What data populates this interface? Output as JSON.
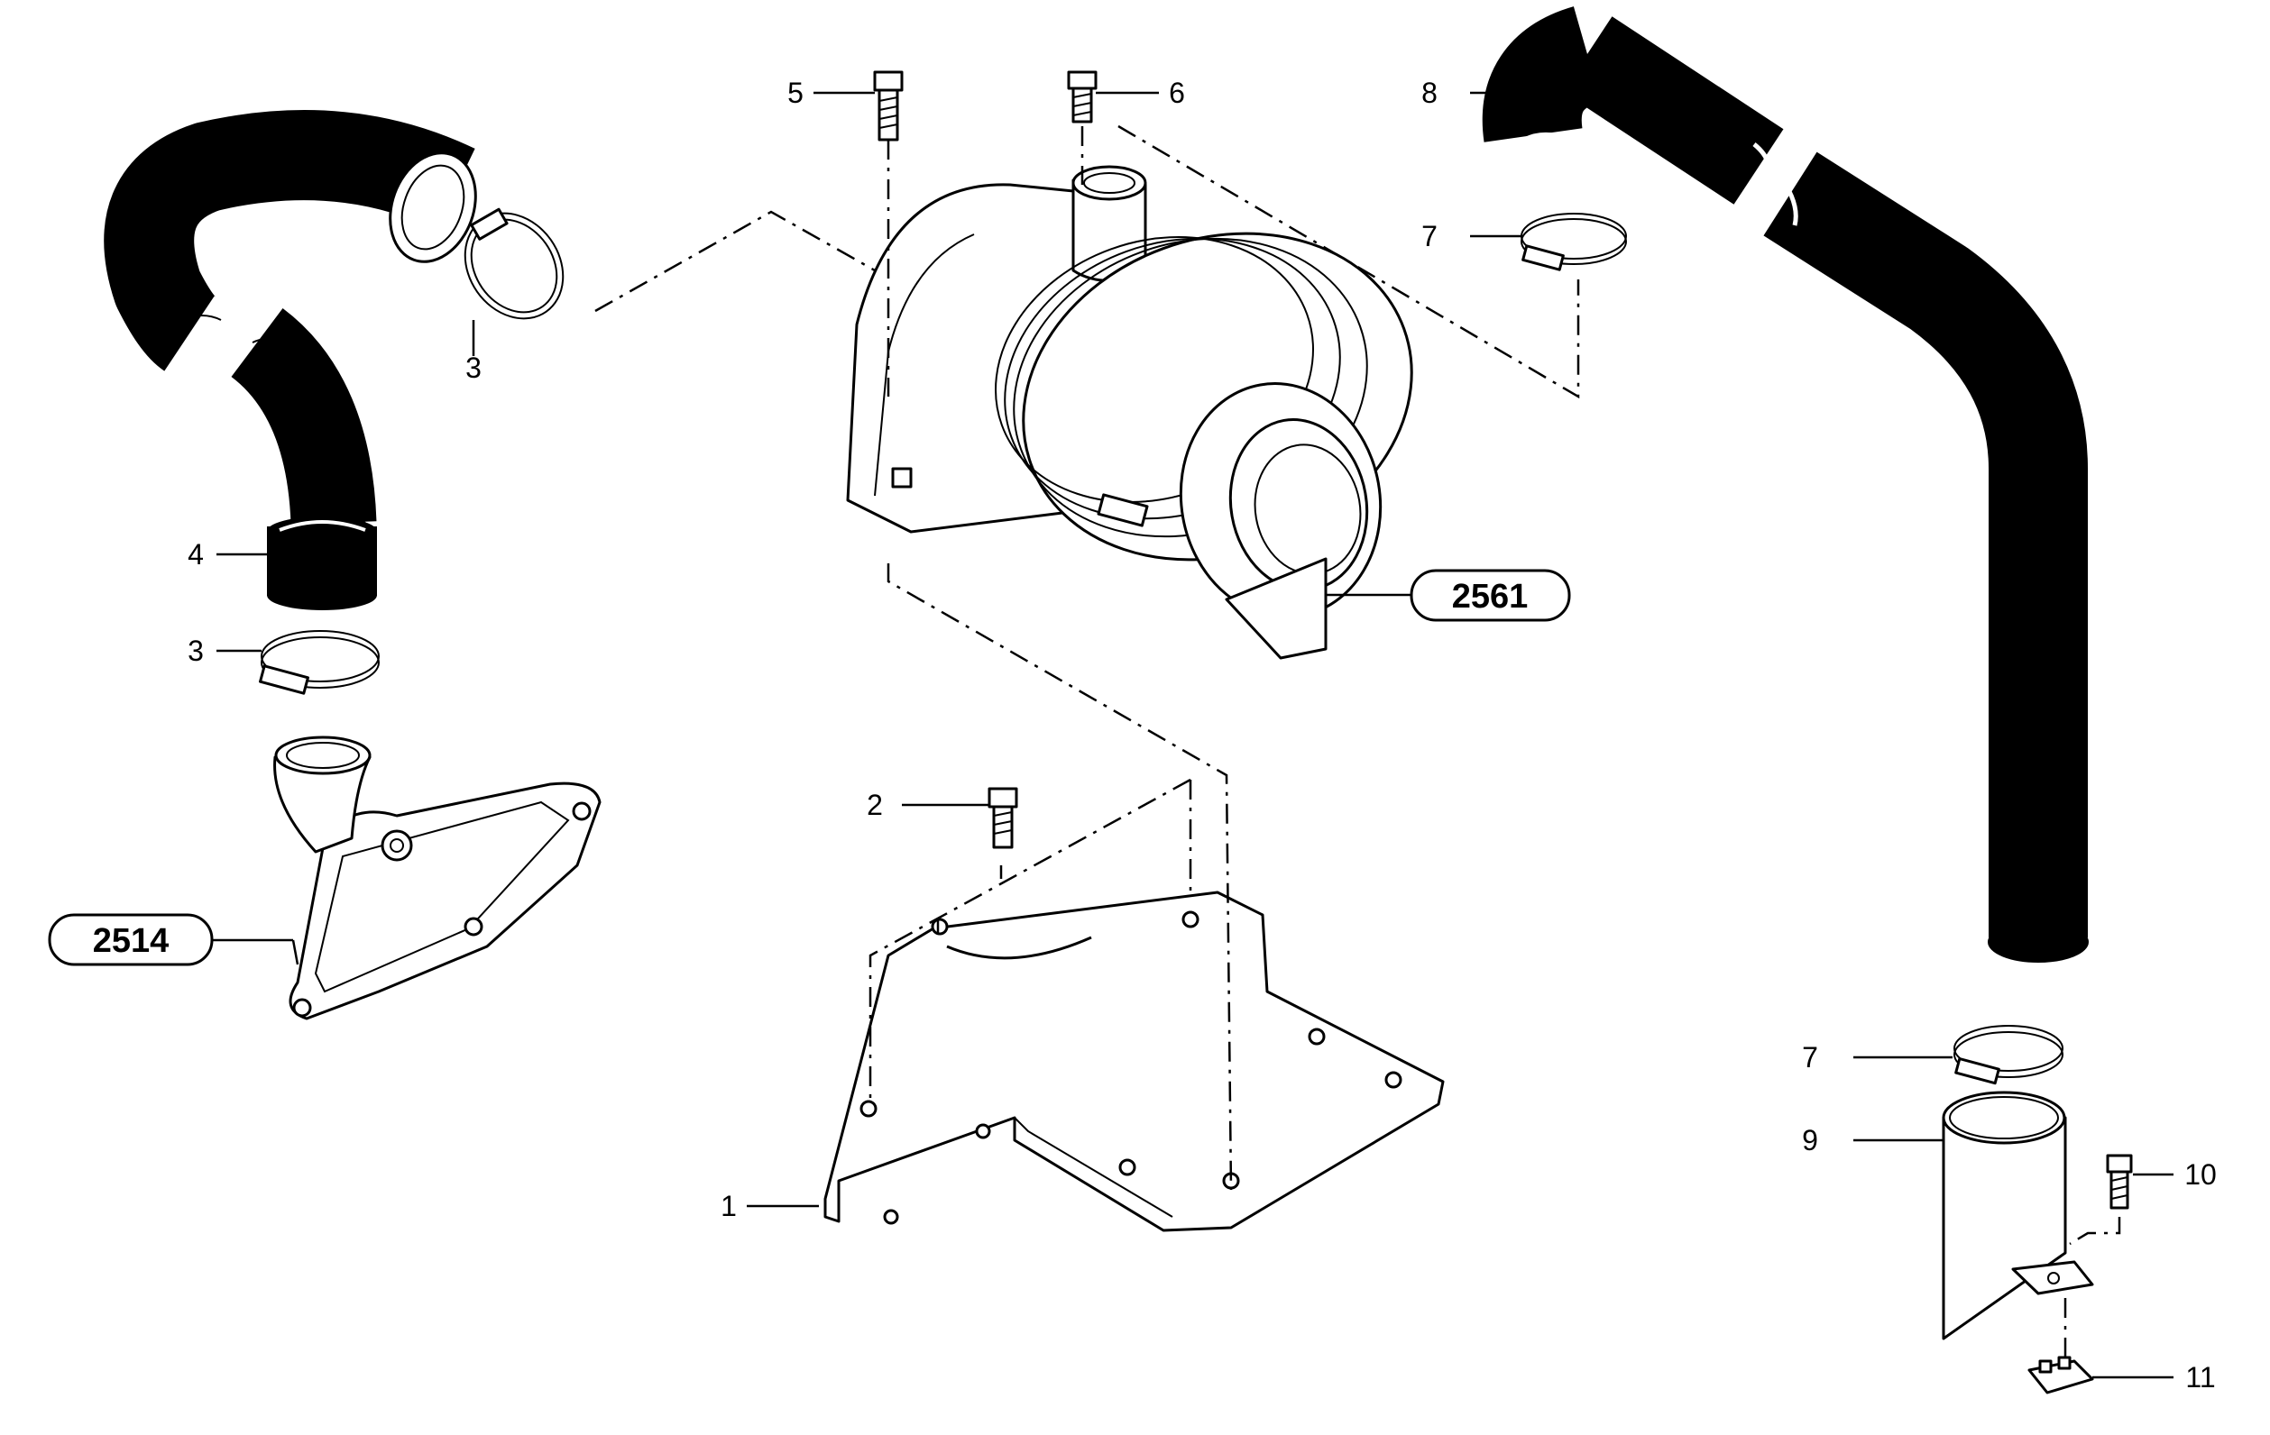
{
  "callouts": {
    "c1": "1",
    "c2": "2",
    "c3a": "3",
    "c3b": "3",
    "c4": "4",
    "c5": "5",
    "c6": "6",
    "c7a": "7",
    "c7b": "7",
    "c8": "8",
    "c9": "9",
    "c10": "10",
    "c11": "11"
  },
  "references": {
    "r2561": "2561",
    "r2514": "2514"
  }
}
